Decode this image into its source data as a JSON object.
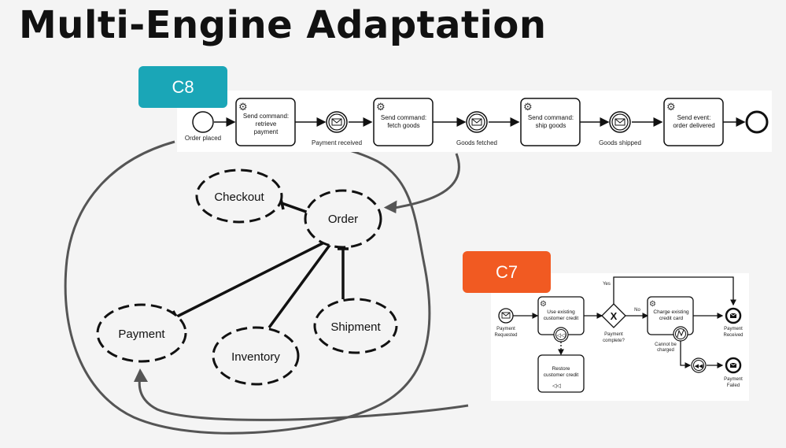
{
  "slide": {
    "title": "Multi-Engine Adaptation",
    "badges": {
      "c8": "C8",
      "c7": "C7"
    }
  },
  "c8_process": {
    "start_event": "Order placed",
    "tasks": [
      [
        "Send command:",
        "retrieve",
        "payment"
      ],
      [
        "Send command:",
        "fetch goods"
      ],
      [
        "Send command:",
        "ship goods"
      ],
      [
        "Send event:",
        "order delivered"
      ]
    ],
    "message_events": [
      "Payment received",
      "Goods fetched",
      "Goods shipped"
    ]
  },
  "context_map": {
    "contexts": [
      "Checkout",
      "Order",
      "Payment",
      "Inventory",
      "Shipment"
    ]
  },
  "c7_process": {
    "start_event": [
      "Payment",
      "Requested"
    ],
    "tasks": [
      [
        "Use existing",
        "customer credit"
      ],
      [
        "Charge existing",
        "credit card"
      ],
      [
        "Restore",
        "customer credit"
      ]
    ],
    "gateway_label": [
      "Payment",
      "complete?"
    ],
    "flow_labels": {
      "yes": "Yes",
      "no": "No"
    },
    "boundary_label": [
      "Cannot be",
      "charged"
    ],
    "end_events": [
      [
        "Payment",
        "Received"
      ],
      [
        "Payment",
        "Failed"
      ]
    ]
  }
}
